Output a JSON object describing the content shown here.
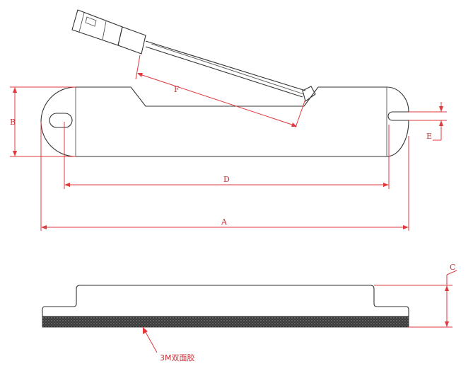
{
  "dimensions": {
    "a": "A",
    "b": "B",
    "c": "C",
    "d": "D",
    "e": "E",
    "f": "F"
  },
  "annotations": {
    "adhesive": "3M双面胶"
  },
  "colors": {
    "part_line": "#333333",
    "dimension_line": "#e0393e",
    "adhesive_fill": "#3a3a3a"
  }
}
